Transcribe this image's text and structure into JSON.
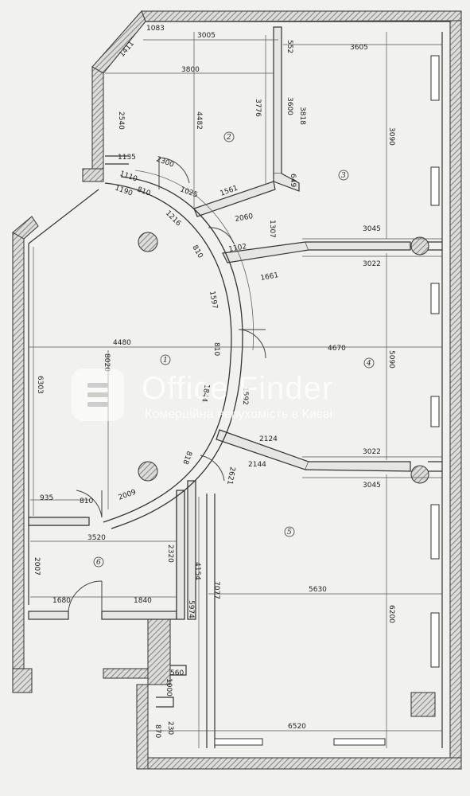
{
  "watermark": {
    "title": "Office Finder",
    "subtitle": "Комерційна нерухомість в Києві"
  },
  "rooms": [
    "1",
    "2",
    "3",
    "4",
    "5",
    "6"
  ],
  "dimensions": {
    "top_3005": "3005",
    "top_3605": "3605",
    "top_3800": "3800",
    "top_552": "552",
    "v_4482": "4482",
    "v_3776": "3776",
    "v_3600": "3600",
    "v_3818": "3818",
    "v_3090": "3090",
    "v_2540": "2540",
    "d_2300": "2300",
    "d_1025": "1025",
    "d_810a": "810",
    "d_1216": "1216",
    "d_810b": "810",
    "d_1561": "1561",
    "d_1307": "1307",
    "d_2060": "2060",
    "d_1102": "1102",
    "d_1661": "1661",
    "d_1597": "1597",
    "d_810c": "810",
    "d_3045a": "3045",
    "d_3022a": "3022",
    "d_4480": "4480",
    "d_4670": "4670",
    "v_6303": "6303",
    "v_8020": "8020",
    "v_5090": "5090",
    "d_2124": "2124",
    "d_2144": "2144",
    "d_3022b": "3022",
    "d_3045b": "3045",
    "d_935": "935",
    "d_810d": "810",
    "d_2009": "2009",
    "d_3520": "3520",
    "v_2320": "2320",
    "v_2007": "2007",
    "d_1680": "1680",
    "d_1840": "1840",
    "v_4154": "4154",
    "v_7077": "7077",
    "v_5974": "5974",
    "d_5630": "5630",
    "v_6200": "6200",
    "d_560": "560",
    "v_1000": "1000",
    "d_6520": "6520",
    "d_230": "230",
    "d_870": "870",
    "d_1110": "1110",
    "d_1190": "1190",
    "d_1844": "1844",
    "d_818": "818",
    "d_2621": "2621",
    "d_649": "649",
    "d_1083": "1083",
    "d_1411": "1411",
    "d_1135": "1135",
    "d_1592": "1592"
  },
  "colors": {
    "background": "#f1f1ef",
    "line": "#333333",
    "hatch": "#8a8a8a"
  }
}
